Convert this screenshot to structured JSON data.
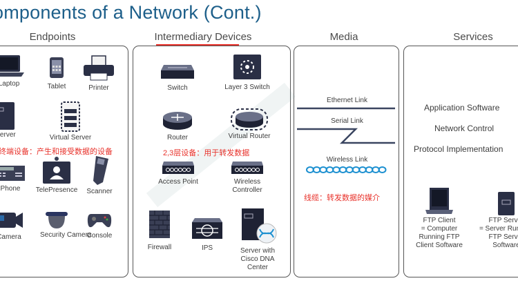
{
  "page": {
    "title": "omponents of a Network (Cont.)"
  },
  "columns": {
    "endpoints": {
      "heading": "Endpoints",
      "items": [
        {
          "label": "Laptop",
          "icon": "laptop-icon"
        },
        {
          "label": "Tablet",
          "icon": "tablet-icon"
        },
        {
          "label": "Printer",
          "icon": "printer-icon"
        },
        {
          "label": "Server",
          "icon": "server-icon"
        },
        {
          "label": "Virtual Server",
          "icon": "virtual-server-icon"
        },
        {
          "label": "Phone",
          "icon": "phone-icon"
        },
        {
          "label": "TelePresence",
          "icon": "telepresence-icon"
        },
        {
          "label": "Scanner",
          "icon": "scanner-icon"
        },
        {
          "label": "Camera",
          "icon": "camera-icon"
        },
        {
          "label": "Security Camera",
          "icon": "security-camera-icon"
        },
        {
          "label": "Console",
          "icon": "console-icon"
        }
      ],
      "note": "终端设备：产生和接受数据的设备"
    },
    "intermediary": {
      "heading": "Intermediary Devices",
      "items": [
        {
          "label": "Switch",
          "icon": "switch-icon"
        },
        {
          "label": "Layer 3 Switch",
          "icon": "layer3-switch-icon"
        },
        {
          "label": "Router",
          "icon": "router-icon"
        },
        {
          "label": "Virtual Router",
          "icon": "virtual-router-icon"
        },
        {
          "label": "Access Point",
          "icon": "access-point-icon"
        },
        {
          "label": "Wireless Controller",
          "icon": "wireless-controller-icon"
        },
        {
          "label": "Firewall",
          "icon": "firewall-icon"
        },
        {
          "label": "IPS",
          "icon": "ips-icon"
        },
        {
          "label": "Server with Cisco DNA Center",
          "icon": "dna-center-server-icon"
        }
      ],
      "note": "2,3层设备：用于转发数据"
    },
    "media": {
      "heading": "Media",
      "links": [
        {
          "label": "Ethernet Link",
          "icon": "ethernet-link-icon"
        },
        {
          "label": "Serial Link",
          "icon": "serial-link-icon"
        },
        {
          "label": "Wireless Link",
          "icon": "wireless-link-icon"
        }
      ],
      "note": "线缆：转发数据的媒介"
    },
    "services": {
      "heading": "Services",
      "lines": [
        "Application Software",
        "Network Control",
        "Protocol Implementation"
      ],
      "items": [
        {
          "label_lines": [
            "FTP Client",
            "= Computer",
            "Running FTP",
            "Client Software"
          ],
          "icon": "ftp-client-laptop-icon"
        },
        {
          "label_lines": [
            "FTP Server",
            "= Server Running",
            "FTP Server",
            "Software"
          ],
          "icon": "ftp-server-icon"
        }
      ]
    }
  },
  "colors": {
    "title": "#1d5f8a",
    "note": "#e8322b",
    "device": "#2a2f45",
    "wireless": "#1b8fd0"
  }
}
